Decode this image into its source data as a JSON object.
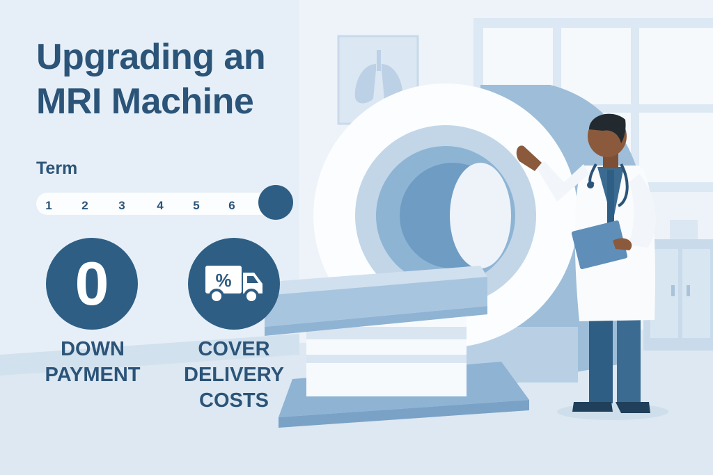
{
  "headline": "Upgrading an MRI Machine",
  "term": {
    "label": "Term",
    "options": [
      "1",
      "2",
      "3",
      "4",
      "5",
      "6"
    ],
    "selected": "7+"
  },
  "features": [
    {
      "value": "0",
      "caption": "DOWN\nPAYMENT",
      "icon": "percent-truck-icon"
    },
    {
      "caption": "COVER\nDELIVERY\nCOSTS",
      "icon": "percent-truck-icon"
    }
  ],
  "colors": {
    "navy": "#2e5e84",
    "heading": "#2b5478",
    "background": "#e9f1f8",
    "machine_blue": "#8eb4d4"
  }
}
